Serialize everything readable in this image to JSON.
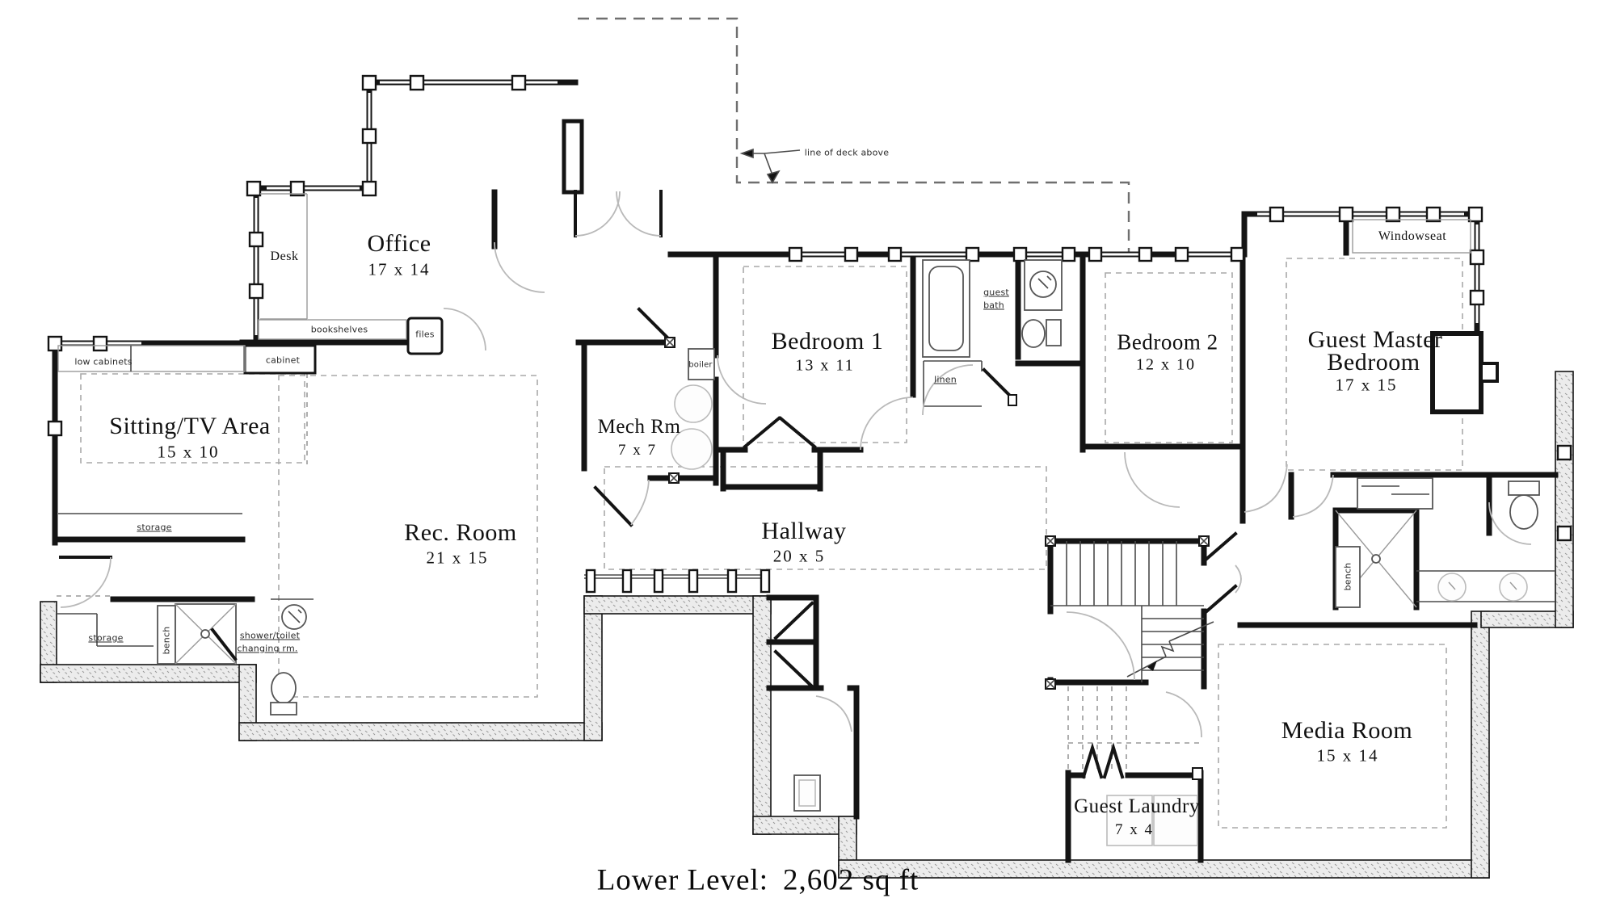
{
  "title": {
    "label": "Lower Level:",
    "value": "2,602 sq ft"
  },
  "rooms": {
    "office": {
      "name": "Office",
      "dims": "17 x 14"
    },
    "sitting": {
      "name": "Sitting/TV Area",
      "dims": "15 x 10"
    },
    "rec": {
      "name": "Rec. Room",
      "dims": "21 x 15"
    },
    "mech": {
      "name": "Mech Rm",
      "dims": "7 x 7"
    },
    "bedroom1": {
      "name": "Bedroom 1",
      "dims": "13 x 11"
    },
    "bedroom2": {
      "name": "Bedroom 2",
      "dims": "12 x 10"
    },
    "guest_master": {
      "name_line1": "Guest Master",
      "name_line2": "Bedroom",
      "dims": "17 x 15"
    },
    "hallway": {
      "name": "Hallway",
      "dims": "20 x 5"
    },
    "media": {
      "name": "Media Room",
      "dims": "15 x 14"
    },
    "guest_laundry": {
      "name": "Guest Laundry",
      "dims": "7 x 4"
    }
  },
  "annotations": {
    "desk": "Desk",
    "bookshelves": "bookshelves",
    "files": "files",
    "cabinet": "cabinet",
    "low_cabinets": "low cabinets",
    "storage_sitting": "storage",
    "storage_changing": "storage",
    "bench_changing": "bench",
    "shower_line1": "shower/toilet",
    "shower_line2": "changing rm.",
    "guest_bath_line1": "guest",
    "guest_bath_line2": "bath",
    "linen": "linen",
    "boiler": "boiler",
    "windowseat": "Windowseat",
    "bench_bath": "bench",
    "line_of_deck": "line of deck above"
  }
}
